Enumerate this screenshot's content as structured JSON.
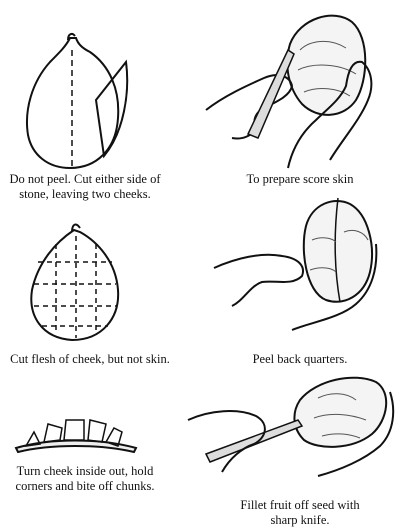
{
  "steps": [
    {
      "caption_line1": "Do not peel. Cut either side of",
      "caption_line2": "stone, leaving two cheeks."
    },
    {
      "caption_line1": "To prepare score skin",
      "caption_line2": ""
    },
    {
      "caption_line1": "Cut flesh of cheek, but not skin.",
      "caption_line2": ""
    },
    {
      "caption_line1": "Peel back quarters.",
      "caption_line2": ""
    },
    {
      "caption_line1": "Turn cheek inside out, hold",
      "caption_line2": "corners and bite off chunks."
    },
    {
      "caption_line1": "Fillet fruit off seed with",
      "caption_line2": "sharp knife."
    }
  ],
  "colors": {
    "ink": "#111111",
    "background": "#ffffff"
  }
}
